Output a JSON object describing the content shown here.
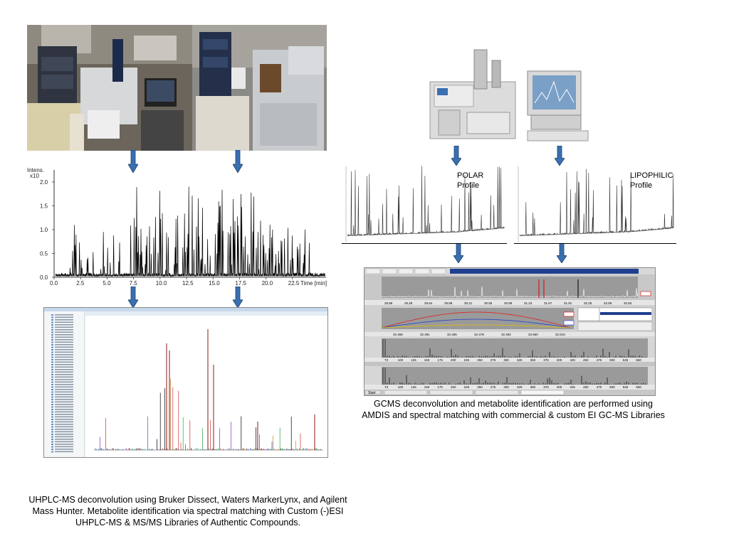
{
  "lc_chromatogram": {
    "y_axis_title": "Intens.",
    "y_axis_unit": "x10",
    "y_ticks": [
      "0.0",
      "0.5",
      "1.0",
      "1.5",
      "2.0"
    ],
    "x_ticks": [
      "0.0",
      "2.5",
      "5.0",
      "7.5",
      "10.0",
      "12.5",
      "15.0",
      "17.5",
      "20.0",
      "22.5"
    ],
    "x_axis_title": "Time [min]"
  },
  "gc_panels": {
    "polar_label": "POLAR\nProfile",
    "lipophilic_label": "LIPOPHILIC\nProfile"
  },
  "amdis": {
    "time_row_values": [
      "28.86",
      "29.28",
      "29.54",
      "29.88",
      "30.21",
      "30.55",
      "30.89",
      "31.23",
      "31.57",
      "31.91",
      "32.25",
      "32.59",
      "32.93"
    ],
    "mid_time_values": [
      "32.458",
      "32.481",
      "32.465",
      "32.478",
      "32.482",
      "32.560",
      "32.510"
    ],
    "mz_values": [
      "73",
      "100",
      "125",
      "150",
      "175",
      "200",
      "225",
      "250",
      "275",
      "300",
      "325",
      "350",
      "375",
      "400",
      "425",
      "450",
      "475",
      "500",
      "525",
      "550"
    ],
    "taskbar_start": "Start"
  },
  "captions": {
    "gcms": "GCMS deconvolution and metabolite identification are performed using AMDIS and spectral matching with commercial & custom EI GC-MS Libraries",
    "uhplc": "UHPLC-MS deconvolution using Bruker Dissect, Waters MarkerLynx, and Agilent Mass Hunter.  Metabolite identification via spectral matching with Custom (-)ESI UHPLC-MS & MS/MS Libraries of Authentic Compounds."
  },
  "colors": {
    "arrow_blue": "#3a6fb0",
    "arrow_outline": "#1f3f6e"
  }
}
